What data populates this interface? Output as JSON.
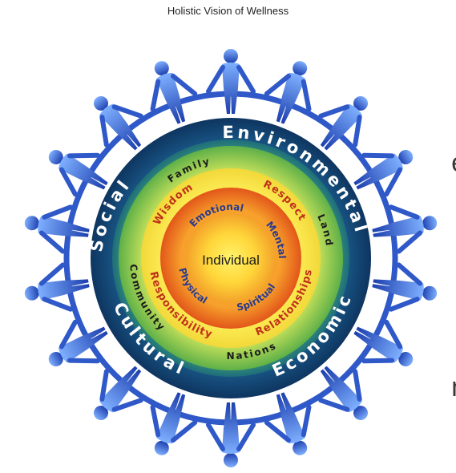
{
  "title": "Holistic Vision of Wellness",
  "edge_fragments": [
    "e",
    "n"
  ],
  "outer_ring": {
    "labels": [
      "Environmental",
      "Economic",
      "Cultural",
      "Social"
    ],
    "color": "#ffffff"
  },
  "community_ring": {
    "labels": [
      "Family",
      "Land",
      "Nations",
      "Community"
    ],
    "color": "#1a1a1a"
  },
  "values_ring": {
    "labels": [
      "Respect",
      "Relationships",
      "Responsibility",
      "Wisdom"
    ],
    "color": "#c0311a"
  },
  "inner_ring": {
    "labels": [
      "Emotional",
      "Mental",
      "Spiritual",
      "Physical"
    ],
    "color": "#2a3a8c"
  },
  "center": {
    "label": "Individual"
  },
  "colors": {
    "people": "#2a4fc0",
    "outer_band": "#123a70",
    "green_band": "#7dc242",
    "center": "#ffe14a",
    "orange": "#f07a1e"
  }
}
